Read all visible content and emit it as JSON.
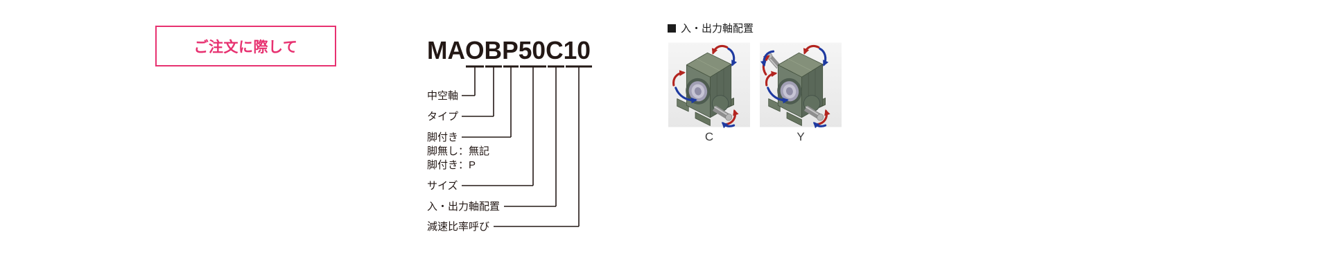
{
  "order_box": {
    "label": "ご注文に際して"
  },
  "model_code": {
    "text": "MAOBP50C10",
    "segments": [
      {
        "chars": "O",
        "label": "中空軸"
      },
      {
        "chars": "B",
        "label": "タイプ"
      },
      {
        "chars": "P",
        "label": "脚付き",
        "notes": [
          "脚無し：無記",
          "脚付き：P"
        ]
      },
      {
        "chars": "50",
        "label": "サイズ"
      },
      {
        "chars": "C",
        "label": "入・出力軸配置"
      },
      {
        "chars": "10",
        "label": "減速比率呼び"
      }
    ]
  },
  "shaft_arrangement": {
    "heading": "入・出力軸配置",
    "variants": [
      {
        "label": "C"
      },
      {
        "label": "Y"
      }
    ]
  },
  "colors": {
    "accent_pink": "#e73170",
    "ink": "#231815",
    "arrow_red": "#b3241f",
    "arrow_blue": "#1e3aa0",
    "gearbox_body": "#707e6d"
  }
}
